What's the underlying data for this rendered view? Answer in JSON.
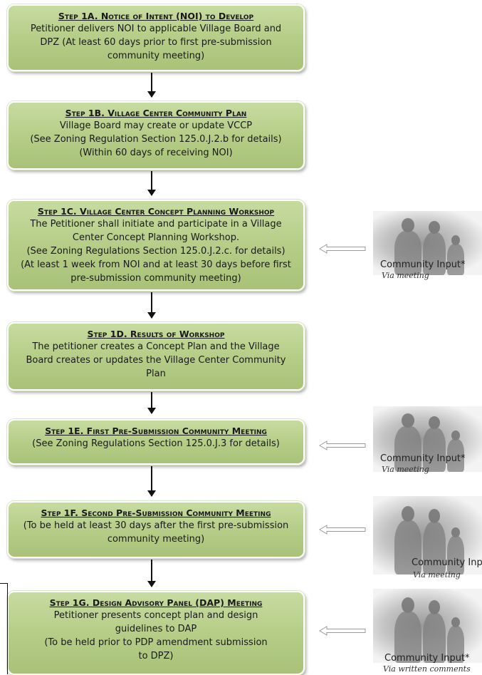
{
  "steps": [
    {
      "title": "Step 1A. Notice of Intent (NOI) to Develop",
      "lines": [
        "Petitioner delivers NOI to applicable Village Board and",
        "DPZ (At least 60 days prior to first pre-submission",
        "community meeting)"
      ]
    },
    {
      "title": "Step 1B. Village Center Community Plan",
      "lines": [
        "Village Board may create or update VCCP",
        "(See Zoning Regulation Section 125.0.J.2.b for details)",
        "(Within 60 days of receiving NOI)"
      ]
    },
    {
      "title": "Step 1C. Village Center Concept Planning Workshop",
      "lines": [
        "The Petitioner shall initiate and participate in a Village",
        "Center Concept Planning Workshop.",
        "(See Zoning Regulations Section 125.0.J.2.c. for details)",
        "(At least 1 week from NOI and at least 30 days before first",
        "pre-submission community meeting)"
      ]
    },
    {
      "title": "Step 1D. Results of Workshop",
      "lines": [
        "The petitioner creates a Concept Plan and the Village",
        "Board creates or updates the Village Center Community",
        "Plan"
      ]
    },
    {
      "title": "Step 1E. First Pre-Submission Community Meeting",
      "lines": [
        "(See Zoning Regulations Section 125.0.J.3 for details)"
      ]
    },
    {
      "title": "Step 1F. Second Pre-Submission Community Meeting",
      "lines": [
        "(To be held at least 30 days after the first pre-submission",
        "community meeting)"
      ]
    },
    {
      "title": "Step 1G. Design Advisory Panel (DAP) Meeting",
      "lines": [
        "Petitioner presents concept plan and design",
        "guidelines to DAP",
        "(To be held prior to PDP amendment submission",
        "to DPZ)"
      ]
    }
  ],
  "community_inputs": [
    {
      "label": "Community Input*",
      "via": "Via meeting"
    },
    {
      "label": "Community Input*",
      "via": "Via meeting"
    },
    {
      "label": "Community Input*",
      "via": "Via meeting"
    },
    {
      "label": "Community Input*",
      "via": "Via written comments"
    }
  ],
  "colors": {
    "box_fill": "#b4cc86",
    "arrow": "#111111",
    "hollow_arrow": "#9a9a9a"
  }
}
